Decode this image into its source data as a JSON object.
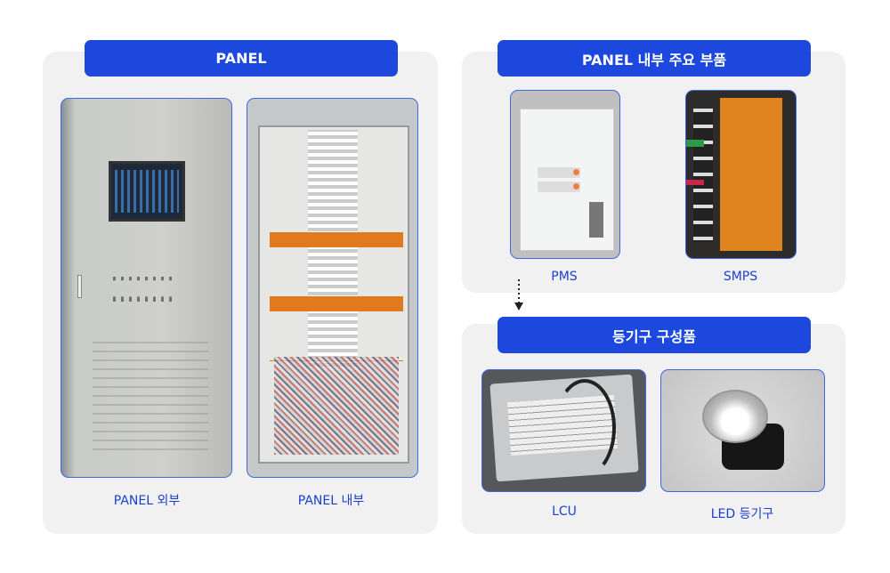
{
  "left_section": {
    "title": "PANEL",
    "photos": [
      {
        "label": "PANEL 외부"
      },
      {
        "label": "PANEL 내부"
      }
    ]
  },
  "right_top_section": {
    "title": "PANEL 내부 주요 부품",
    "photos": [
      {
        "label": "PMS"
      },
      {
        "label": "SMPS"
      }
    ]
  },
  "right_bottom_section": {
    "title": "등기구 구성품",
    "photos": [
      {
        "label": "LCU"
      },
      {
        "label": "LED 등기구"
      }
    ]
  },
  "colors": {
    "accent": "#1c48dd",
    "label": "#1a3fd0",
    "panel_bg": "#f1f1f1"
  }
}
